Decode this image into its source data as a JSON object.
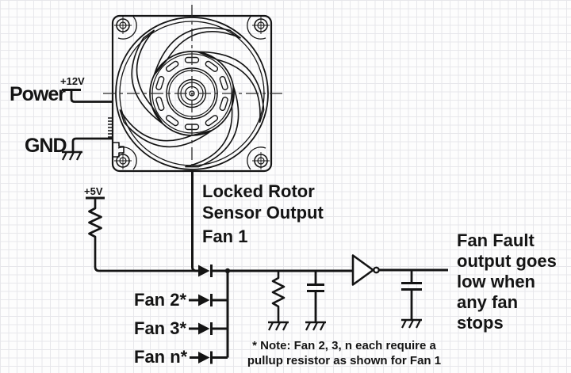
{
  "schematic": {
    "power_label": "Power",
    "power_rail_label": "+12V",
    "gnd_label": "GND",
    "pullup_rail_label": "+5V",
    "sensor_caption": [
      "Locked Rotor",
      "Sensor Output",
      "Fan 1"
    ],
    "fan_inputs": [
      {
        "label": "Fan 2*"
      },
      {
        "label": "Fan 3*"
      },
      {
        "label": "Fan n*"
      }
    ],
    "fault_caption": [
      "Fan Fault",
      "output goes",
      "low when",
      "any fan",
      "stops"
    ],
    "note": [
      "* Note: Fan 2, 3, n each require a",
      "pullup resistor as shown for Fan 1"
    ],
    "colors": {
      "ink": "#141414",
      "grid_line": "#e7e7eb",
      "background": "#fdfdfd"
    }
  }
}
